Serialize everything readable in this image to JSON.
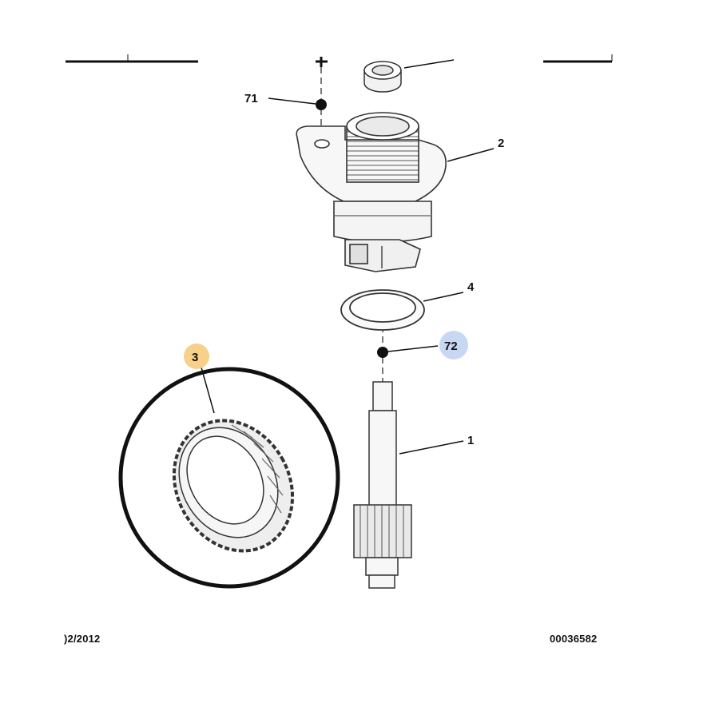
{
  "callouts": {
    "c71": "71",
    "c2": "2",
    "c4": "4",
    "c72": "72",
    "c1": "1",
    "c3": "3"
  },
  "highlight_colors": {
    "c3": "#f7d08a",
    "c72": "#c9d8f2"
  },
  "footer": {
    "left": ")2/2012",
    "right": "00036582"
  }
}
